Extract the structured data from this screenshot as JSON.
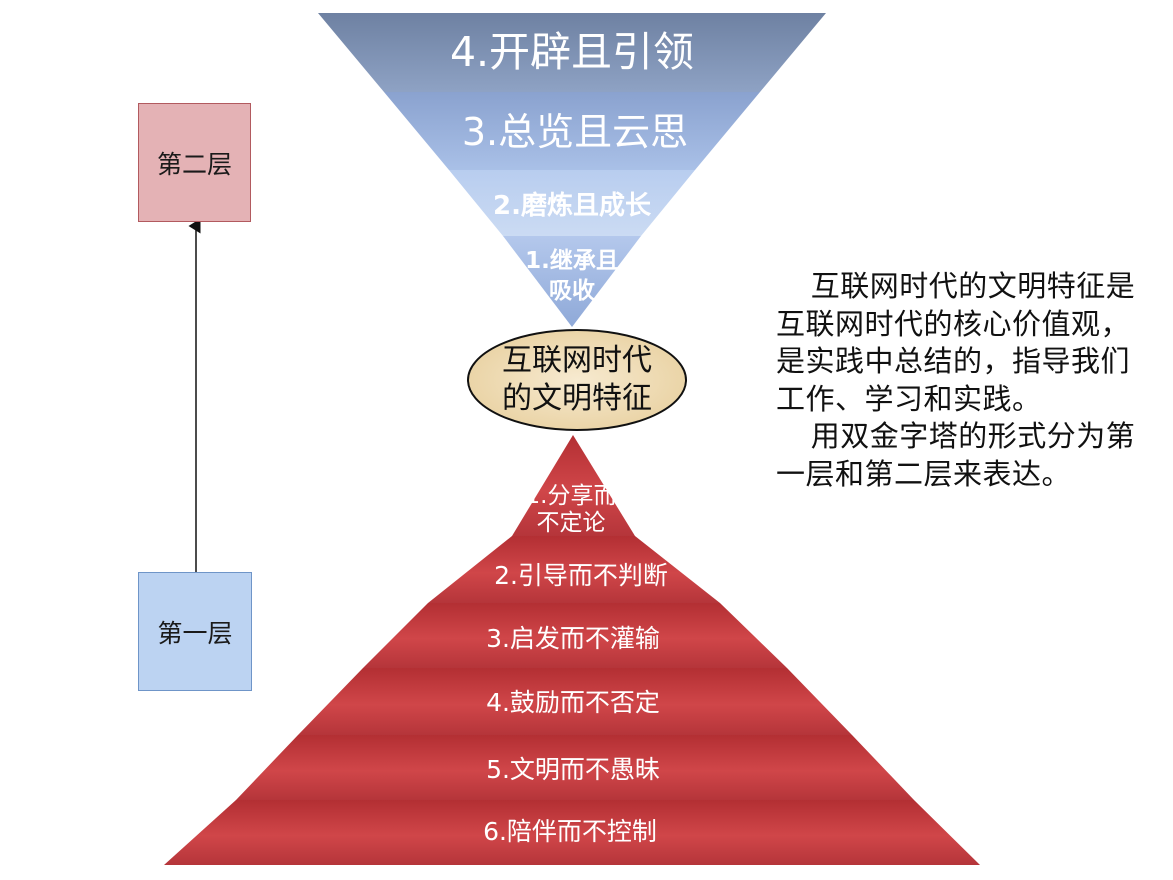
{
  "top_pyramid": {
    "levels": [
      {
        "label": "4.开辟且引领"
      },
      {
        "label": "3.总览且云思"
      },
      {
        "label": "2.磨炼且成长"
      },
      {
        "label_line1": "1.继承且",
        "label_line2": "吸收"
      }
    ]
  },
  "center": {
    "line1": "互联网时代",
    "line2": "的文明特征"
  },
  "bottom_pyramid": {
    "levels": [
      {
        "label_line1": "1.分享而",
        "label_line2": "不定论"
      },
      {
        "label": "2.引导而不判断"
      },
      {
        "label": "3.启发而不灌输"
      },
      {
        "label": "4.鼓励而不否定"
      },
      {
        "label": "5.文明而不愚昧"
      },
      {
        "label": "6.陪伴而不控制"
      }
    ]
  },
  "side": {
    "level_2_label": "第二层",
    "level_1_label": "第一层"
  },
  "description": {
    "paragraph_1": "互联网时代的文明特征是互联网时代的核心价值观，是实践中总结的，指导我们工作、学习和实践。",
    "paragraph_2": "用双金字塔的形式分为第一层和第二层来表达。"
  },
  "colors": {
    "top_dark": "#7b8eac",
    "top_mid": "#9bb3dc",
    "top_light": "#c4d6f0",
    "bottom_red": "#c03a3d",
    "center_fill": "#f2e0b8",
    "level_2_box": "#e4b2b5",
    "level_1_box": "#bcd3f2"
  }
}
